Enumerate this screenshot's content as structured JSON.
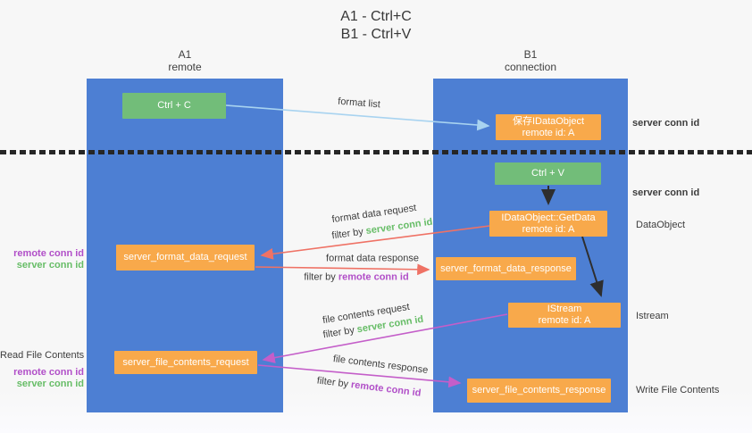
{
  "title": {
    "line1": "A1 - Ctrl+C",
    "line2": "B1 - Ctrl+V"
  },
  "lanes": {
    "a": {
      "title": "A1",
      "subtitle": "remote"
    },
    "b": {
      "title": "B1",
      "subtitle": "connection"
    }
  },
  "nodes": {
    "ctrl_c": "Ctrl + C",
    "ctrl_v": "Ctrl + V",
    "save_idataobject": {
      "line1": "保存IDataObject",
      "line2": "remote id: A"
    },
    "getdata": {
      "line1": "IDataObject::GetData",
      "line2": "remote id: A"
    },
    "istream": {
      "line1": "IStream",
      "line2": "remote id: A"
    },
    "format_request": "server_format_data_request",
    "format_response": "server_format_data_response",
    "file_request": "server_file_contents_request",
    "file_response": "server_file_contents_response"
  },
  "messages": {
    "format_list": "format list",
    "format_data_request": "format data request",
    "format_data_response": "format data response",
    "file_contents_request": "file contents request",
    "file_contents_response": "file contents response",
    "filter_by": "filter by ",
    "server_conn_id": "server conn id",
    "remote_conn_id": "remote conn id"
  },
  "side_labels": {
    "right_server_conn_id_top": "server conn id",
    "right_server_conn_id_mid": "server conn id",
    "right_dataobject": "DataObject",
    "right_istream": "Istream",
    "right_write_file_contents": "Write File Contents",
    "left_remote_conn_id_1": "remote conn id",
    "left_server_conn_id_1": "server conn id",
    "left_read_file_contents": "Read File Contents",
    "left_remote_conn_id_2": "remote conn id",
    "left_server_conn_id_2": "server conn id"
  },
  "colors": {
    "lane_blue": "#4d7fd3",
    "box_green": "#72bd79",
    "box_orange": "#f8a94b",
    "arrow_red": "#ef7265",
    "arrow_magenta": "#c45ec9",
    "arrow_light_blue": "#a8d3f0",
    "arrow_black": "#2e2e2e",
    "text_green": "#67bd67",
    "text_purple": "#b14fc8",
    "text_dark": "#3d3d3d"
  }
}
